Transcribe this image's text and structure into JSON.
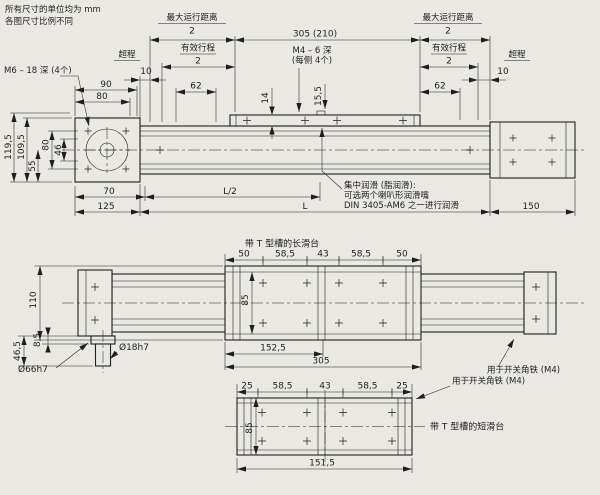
{
  "colors": {
    "background": "#e9e8e2",
    "line": "#1f1f1f"
  },
  "notes": {
    "units": "所有尺寸的单位均为 mm",
    "scale": "各图尺寸比例不同"
  },
  "front": {
    "max_travel_left": {
      "label": "最大运行距离",
      "den": "2"
    },
    "max_travel_right": {
      "label": "最大运行距离",
      "den": "2"
    },
    "overall": "305 (210)",
    "stroke_left": {
      "label": "有效行程",
      "den": "2"
    },
    "stroke_right": {
      "label": "有效行程",
      "den": "2"
    },
    "overtravel_left": {
      "label": "超程",
      "value": "10"
    },
    "overtravel_right": {
      "label": "超程",
      "value": "10"
    },
    "m6_note": "M6 – 18 深 (4个)",
    "m4_note_line1": "M4 – 6 深",
    "m4_note_line2": "(每侧 4个)",
    "dim_90": "90",
    "dim_80_top": "80",
    "dim_62_left": "62",
    "dim_62_right": "62",
    "dim_14": "14",
    "dim_15_5": "15,5",
    "dim_119_5": "119,5",
    "dim_109_5": "109,5",
    "dim_80_side": "80",
    "dim_46": "46",
    "dim_55": "55",
    "dim_70": "70",
    "dim_l_half": "L/2",
    "dim_125": "125",
    "dim_l": "L",
    "dim_150": "150",
    "lube_line1": "集中润滑 (脂润滑):",
    "lube_line2": "可选两个喇叭形润滑嘴",
    "lube_line3": "DIN 3405-AM6 之一进行润滑"
  },
  "long_slide": {
    "title": "带 T 型槽的长滑台",
    "chain": [
      "50",
      "58,5",
      "43",
      "58,5",
      "50"
    ],
    "dim_110": "110",
    "dim_85": "85",
    "dim_46_5": "46,5",
    "dim_8_5": "8,5",
    "dia_shaft": "Ø18h7",
    "dia_flange": "Ø66h7",
    "dim_152_5": "152,5",
    "dim_305": "305",
    "switch_note": "用于开关角铁 (M4)"
  },
  "short_slide": {
    "title": "带 T 型槽的短滑台",
    "chain": [
      "25",
      "58,5",
      "43",
      "58,5",
      "25"
    ],
    "dim_85": "85",
    "dim_151_5": "151,5",
    "switch_note": "用于开关角铁 (M4)"
  }
}
